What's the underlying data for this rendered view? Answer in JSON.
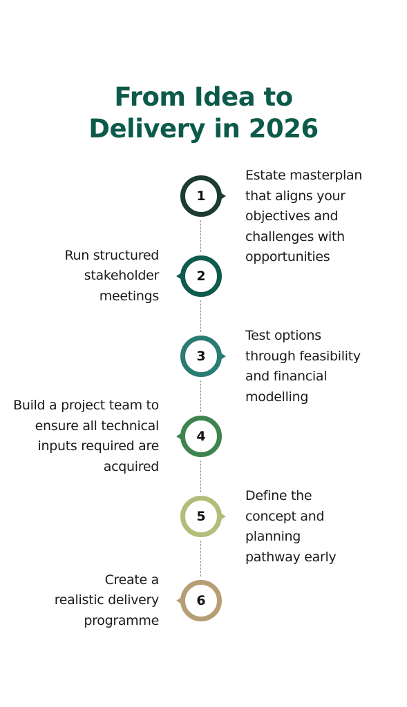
{
  "title": {
    "line1": "From Idea to",
    "line2": "Delivery in 2026"
  },
  "steps": [
    {
      "number": "1",
      "color": "#1c3b33",
      "side": "right",
      "lines": [
        "Estate masterplan",
        "that aligns your",
        "objectives and",
        "challenges with",
        "opportunities"
      ]
    },
    {
      "number": "2",
      "color": "#0e5a4e",
      "side": "left",
      "lines": [
        "Run structured",
        "stakeholder",
        "meetings"
      ]
    },
    {
      "number": "3",
      "color": "#287c73",
      "side": "right",
      "lines": [
        "Test options",
        "through feasibility",
        "and financial",
        "modelling"
      ]
    },
    {
      "number": "4",
      "color": "#3f8450",
      "side": "left",
      "lines": [
        "Build a project team to",
        "ensure all technical",
        "inputs required are",
        "acquired"
      ]
    },
    {
      "number": "5",
      "color": "#b2bd7a",
      "side": "right",
      "lines": [
        "Define the",
        "concept and",
        "planning",
        "pathway early"
      ]
    },
    {
      "number": "6",
      "color": "#b79d74",
      "side": "left",
      "lines": [
        "Create a",
        "realistic delivery",
        "programme"
      ]
    }
  ]
}
